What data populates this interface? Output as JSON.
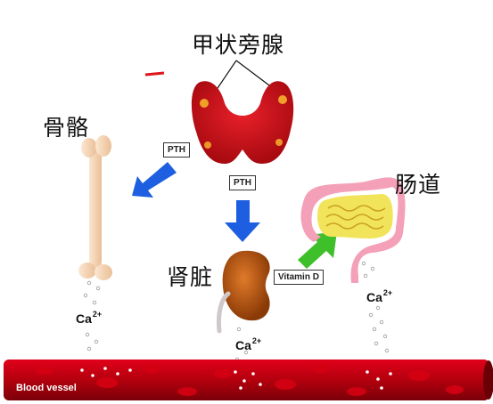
{
  "labels": {
    "parathyroid": "甲状旁腺",
    "bone": "骨骼",
    "kidney": "肾脏",
    "intestine": "肠道"
  },
  "tags": {
    "pth_bone": "PTH",
    "pth_kidney": "PTH",
    "vitamin_d": "Vitamin D"
  },
  "ions": {
    "base": "Ca",
    "charge": "2+"
  },
  "vessel": {
    "label": "Blood vessel"
  },
  "colors": {
    "gland": "#d8141c",
    "arrow_blue": "#1d5fe0",
    "arrow_green": "#3fbf2a",
    "kidney": "#c85a12",
    "bone": "#f7dcc0",
    "intestine_outer": "#f4a0b8",
    "intestine_inner": "#f2e45a",
    "vessel": "#b8000e"
  }
}
